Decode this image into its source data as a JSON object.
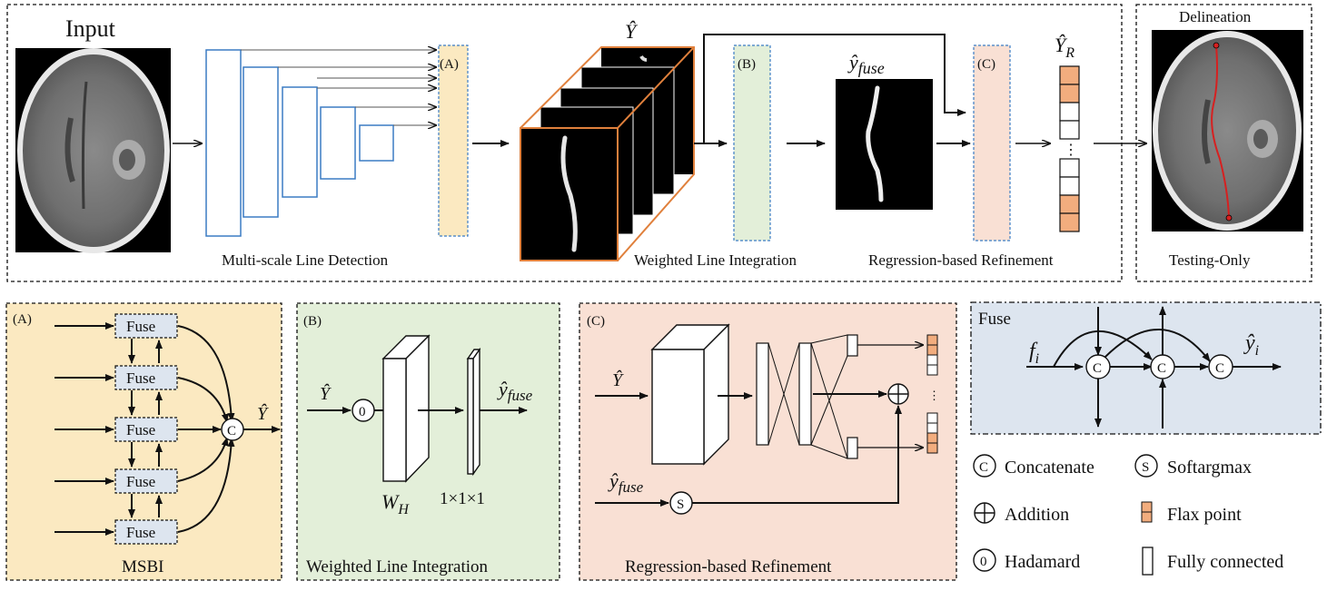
{
  "top": {
    "input_label": "Input",
    "y_hat": "Ŷ",
    "y_fuse": "ŷ",
    "y_fuse_sub": "fuse",
    "y_r": "Ŷ",
    "y_r_sub": "R",
    "box_a": "(A)",
    "box_b": "(B)",
    "box_c": "(C)",
    "multi_scale": "Multi-scale  Line  Detection",
    "weighted": "Weighted  Line  Integration",
    "regression": "Regression-based  Refinement",
    "delineation": "Delineation",
    "testing_only": "Testing-Only",
    "dots": "⋮"
  },
  "panel_a": {
    "tag": "(A)",
    "fuse_label": "Fuse",
    "concat": "C",
    "y_hat": "Ŷ",
    "caption": "MSBI",
    "color": "#fbe9c1"
  },
  "panel_b": {
    "tag": "(B)",
    "y_hat": "Ŷ",
    "hadamard": "0",
    "y_fuse": "ŷ",
    "y_fuse_sub": "fuse",
    "w": "W",
    "w_sub": "H",
    "kernel": "1×1×1",
    "caption": "Weighted  Line  Integration",
    "color": "#e3efd9"
  },
  "panel_c": {
    "tag": "(C)",
    "y_hat": "Ŷ",
    "y_fuse": "ŷ",
    "y_fuse_sub": "fuse",
    "softargmax": "S",
    "dots": "⋮",
    "caption": "Regression-based  Refinement",
    "color": "#f9e0d4"
  },
  "panel_fuse": {
    "title": "Fuse",
    "f": "f",
    "f_sub": "i",
    "y": "ŷ",
    "y_sub": "i",
    "concat": "C",
    "color": "#dde5ef"
  },
  "legend": {
    "concat_sym": "C",
    "concat": "Concatenate",
    "soft_sym": "S",
    "softargmax": "Softargmax",
    "addition": "Addition",
    "flax": "Flax point",
    "hada_sym": "0",
    "hadamard": "Hadamard",
    "fc": "Fully connected"
  },
  "colors": {
    "blue_box": "#3b7cc4",
    "orange": "#e0803c",
    "flax": "#f2ad7e",
    "red_line": "#d62020"
  }
}
